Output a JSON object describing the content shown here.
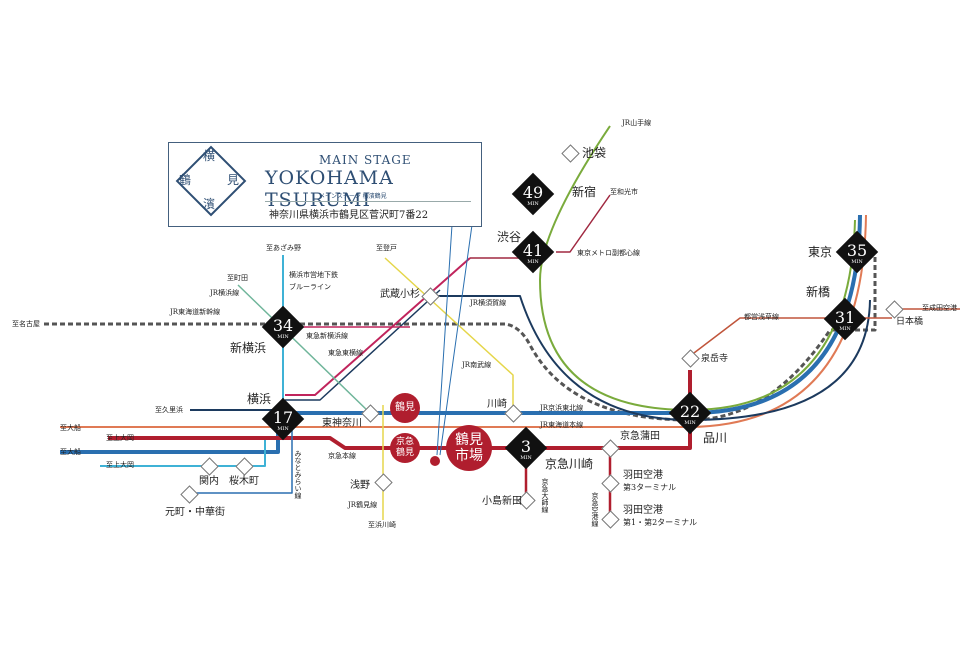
{
  "property": {
    "logo_chars": {
      "top": "横",
      "left": "鶴",
      "right": "見",
      "bottom": "濱"
    },
    "subtitle": "MAIN STAGE",
    "title": "YOKOHAMA TSURUMI",
    "kana": "メインステージ 横濱鶴見",
    "address": "神奈川県横浜市鶴見区菅沢町7番22"
  },
  "hubs": [
    {
      "name": "新宿",
      "minutes": "49",
      "unit": "MIN"
    },
    {
      "name": "渋谷",
      "minutes": "41",
      "unit": "MIN"
    },
    {
      "name": "新横浜",
      "minutes": "34",
      "unit": "MIN"
    },
    {
      "name": "横浜",
      "minutes": "17",
      "unit": "MIN"
    },
    {
      "name": "京急川崎",
      "minutes": "3",
      "unit": "MIN"
    },
    {
      "name": "品川",
      "minutes": "22",
      "unit": "MIN"
    },
    {
      "name": "新橋",
      "minutes": "31",
      "unit": "MIN"
    },
    {
      "name": "東京",
      "minutes": "35",
      "unit": "MIN"
    }
  ],
  "stations": {
    "ikebukuro": "池袋",
    "musashikosugi": "武蔵小杉",
    "kawasaki": "川崎",
    "higashikanagawa": "東神奈川",
    "kannai": "関内",
    "sakuragicho": "桜木町",
    "motomachi": "元町・中華街",
    "asano": "浅野",
    "kojimashinden": "小島新田",
    "keikyukamata": "京急蒲田",
    "haneda3": "羽田空港\n第3ターミナル",
    "haneda3_l1": "羽田空港",
    "haneda3_l2": "第3ターミナル",
    "haneda12_l1": "羽田空港",
    "haneda12_l2": "第1・第2ターミナル",
    "sengakuji": "泉岳寺",
    "nihonbashi": "日本橋"
  },
  "local": {
    "tsurumi": "鶴見",
    "keikyu_tsurumi": "京急\n鶴見",
    "keikyu_tsurumi_l1": "京急",
    "keikyu_tsurumi_l2": "鶴見",
    "market_l1": "鶴見",
    "market_l2": "市場"
  },
  "line_labels": {
    "yamanote": "JR山手線",
    "to_wakoshi": "至和光市",
    "fukutoshin": "東京メトロ副都心線",
    "to_azamino": "至あざみ野",
    "blueline_1": "横浜市営地下鉄",
    "blueline_2": "ブルーライン",
    "to_machida": "至町田",
    "yokohama_line": "JR横浜線",
    "tokaido_shinkansen": "JR東海道新幹線",
    "to_nagoya": "至名古屋",
    "to_noborito": "至登戸",
    "yokosuka_line": "JR横須賀線",
    "nambu_line": "JR南武線",
    "shinyokohama_line": "東急新横浜線",
    "toyoko_line": "東急東横線",
    "to_kurihama": "至久里浜",
    "to_ofuna_1": "至大船",
    "to_kamiooka_1": "至上大岡",
    "to_ofuna_2": "至大船",
    "to_kamiooka_2": "至上大岡",
    "keikyu_main": "京急本線",
    "minatomirai": "みなとみらい線",
    "tsurumi_line": "JR鶴見線",
    "to_hamakawasaki": "至浜川崎",
    "keihin_tohoku": "JR京浜東北線",
    "tokaido_line": "JR東海道本線",
    "daishi_line": "京急大師線",
    "airport_line": "京急空港線",
    "asakusa_line": "都営浅草線",
    "to_narita": "至成田空港"
  },
  "colors": {
    "keikyu": "#b01e2e",
    "keihin_tohoku": "#2a6fb0",
    "tokaido": "#e07a55",
    "yokosuka": "#1c3a5e",
    "yamanote": "#7aab3c",
    "blueline": "#3fb2d6",
    "yokohama_line": "#6fb59a",
    "nambu": "#e5d64a",
    "toyoko": "#c0245c",
    "shinkansen": "#666666"
  }
}
